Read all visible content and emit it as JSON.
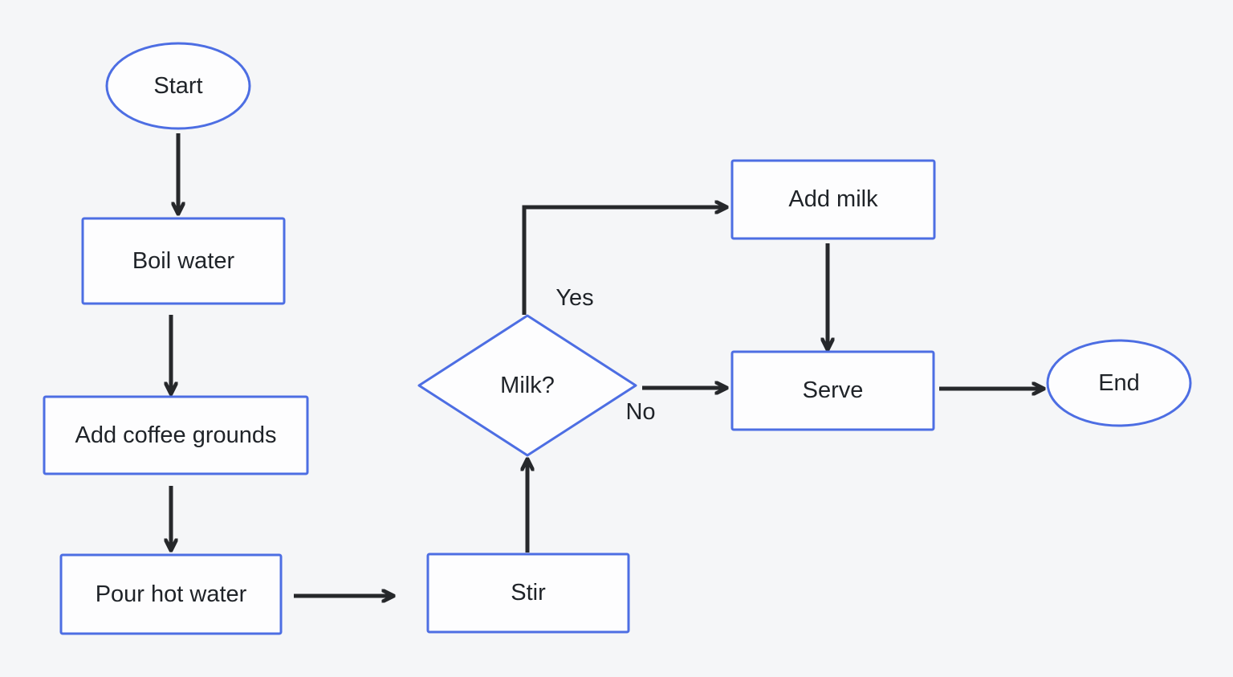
{
  "diagram": {
    "type": "flowchart",
    "nodes": {
      "start": {
        "label": "Start",
        "shape": "ellipse"
      },
      "boil": {
        "label": "Boil water",
        "shape": "rect"
      },
      "grounds": {
        "label": "Add coffee grounds",
        "shape": "rect"
      },
      "pour": {
        "label": "Pour hot water",
        "shape": "rect"
      },
      "stir": {
        "label": "Stir",
        "shape": "rect"
      },
      "milk": {
        "label": "Milk?",
        "shape": "diamond"
      },
      "addmilk": {
        "label": "Add milk",
        "shape": "rect"
      },
      "serve": {
        "label": "Serve",
        "shape": "rect"
      },
      "end": {
        "label": "End",
        "shape": "ellipse"
      }
    },
    "edges": {
      "yes_label": "Yes",
      "no_label": "No",
      "connections": [
        {
          "from": "start",
          "to": "boil"
        },
        {
          "from": "boil",
          "to": "grounds"
        },
        {
          "from": "grounds",
          "to": "pour"
        },
        {
          "from": "pour",
          "to": "stir"
        },
        {
          "from": "stir",
          "to": "milk"
        },
        {
          "from": "milk",
          "to": "addmilk",
          "label": "Yes"
        },
        {
          "from": "milk",
          "to": "serve",
          "label": "No"
        },
        {
          "from": "addmilk",
          "to": "serve"
        },
        {
          "from": "serve",
          "to": "end"
        }
      ]
    }
  },
  "colors": {
    "canvas_bg": "#f5f6f8",
    "node_fill": "#fdfdfe",
    "node_border": "#4d6ee3",
    "arrow": "#26282b",
    "text": "#1f2328"
  }
}
